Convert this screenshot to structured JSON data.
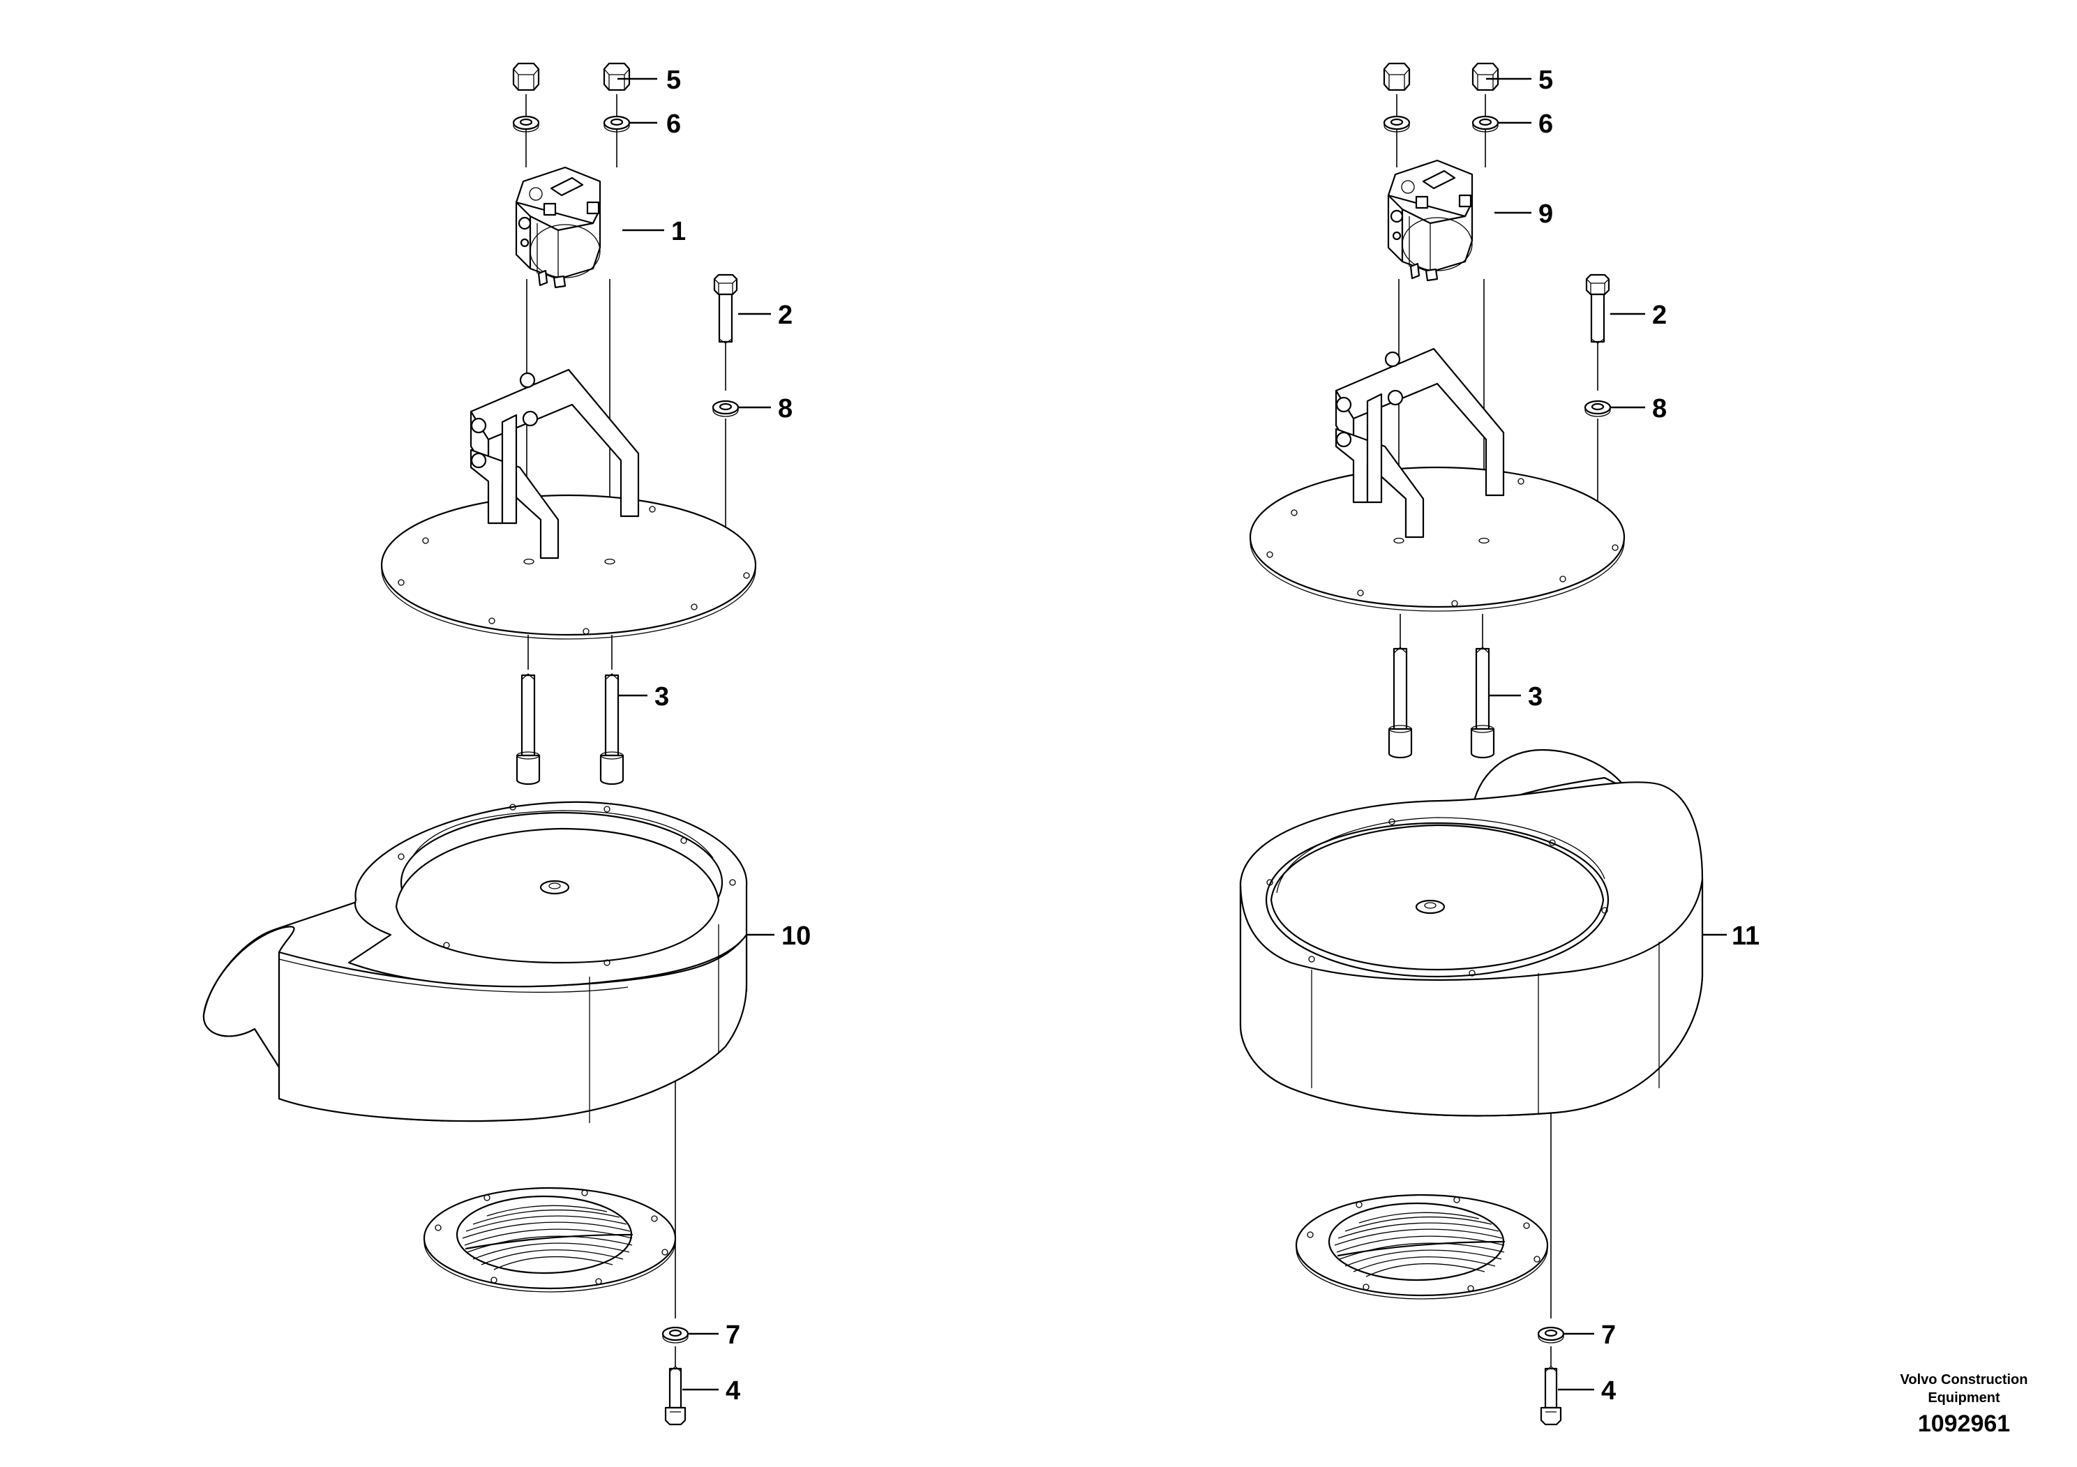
{
  "diagram": {
    "left_assembly": {
      "callouts": [
        {
          "id": "L5",
          "text": "5"
        },
        {
          "id": "L6",
          "text": "6"
        },
        {
          "id": "L1",
          "text": "1"
        },
        {
          "id": "L2",
          "text": "2"
        },
        {
          "id": "L8",
          "text": "8"
        },
        {
          "id": "L3",
          "text": "3"
        },
        {
          "id": "L10",
          "text": "10"
        },
        {
          "id": "L7",
          "text": "7"
        },
        {
          "id": "L4",
          "text": "4"
        }
      ]
    },
    "right_assembly": {
      "callouts": [
        {
          "id": "R5",
          "text": "5"
        },
        {
          "id": "R6",
          "text": "6"
        },
        {
          "id": "R9",
          "text": "9"
        },
        {
          "id": "R2",
          "text": "2"
        },
        {
          "id": "R8",
          "text": "8"
        },
        {
          "id": "R3",
          "text": "3"
        },
        {
          "id": "R11",
          "text": "11"
        },
        {
          "id": "R7",
          "text": "7"
        },
        {
          "id": "R4",
          "text": "4"
        }
      ]
    },
    "credit": {
      "line1": "Volvo Construction",
      "line2": "Equipment",
      "drawing_number": "1092961"
    }
  }
}
